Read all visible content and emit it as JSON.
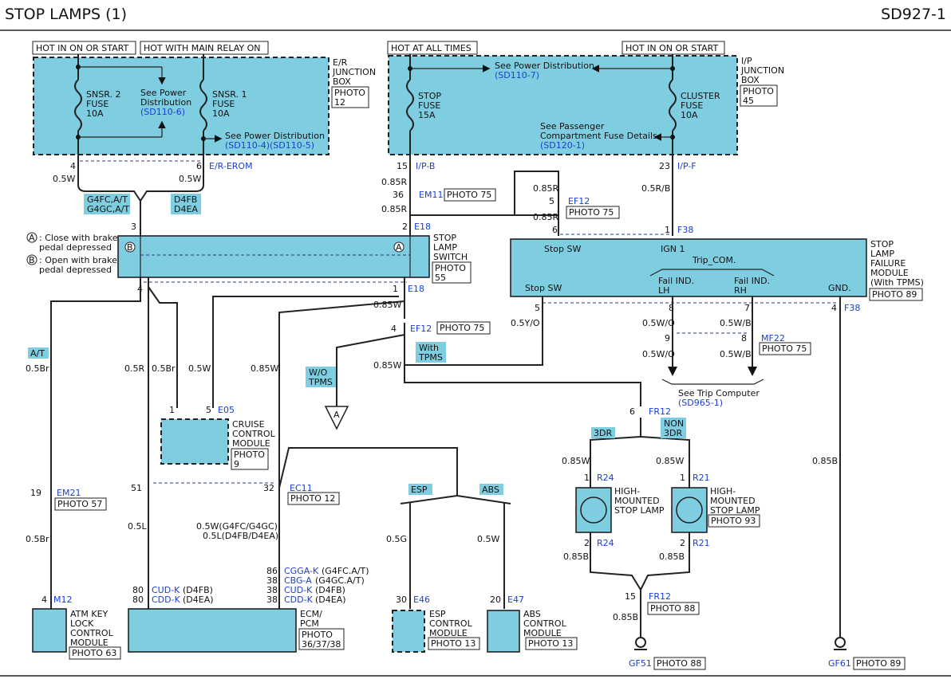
{
  "header": {
    "title": "STOP LAMPS (1)",
    "page_code": "SD927-1"
  },
  "power": {
    "hot_in_on_start": "HOT IN ON OR START",
    "hot_main_relay": "HOT WITH MAIN RELAY ON",
    "hot_all_times": "HOT AT ALL TIMES",
    "hot_in_on_start_2": "HOT IN ON OR START"
  },
  "er_box": {
    "l1": "E/R",
    "l2": "JUNCTION",
    "l3": "BOX",
    "photo": "PHOTO",
    "photo_no": "12",
    "fuse2": [
      "SNSR. 2",
      "FUSE",
      "10A"
    ],
    "fuse1": [
      "SNSR. 1",
      "FUSE",
      "10A"
    ],
    "see_pd": [
      "See Power",
      "Distribution"
    ],
    "see_pd_ref": "(SD110-6)",
    "see_pd2": "See Power Distribution",
    "see_pd2_ref": "(SD110-4)(SD110-5)"
  },
  "ip_box": {
    "l1": "I/P",
    "l2": "JUNCTION",
    "l3": "BOX",
    "photo": "PHOTO",
    "photo_no": "45",
    "stop_fuse": [
      "STOP",
      "FUSE",
      "15A"
    ],
    "cluster_fuse": [
      "CLUSTER",
      "FUSE",
      "10A"
    ],
    "see_pd": "See Power Distribution",
    "see_pd_ref": "(SD110-7)",
    "see_pcf": [
      "See Passenger",
      "Compartment Fuse Details"
    ],
    "see_pcf_ref": "(SD120-1)"
  },
  "connectors": {
    "c4": "4",
    "c6": "6",
    "er_erom": "E/R-EROM",
    "c15": "15",
    "ipb": "I/P-B",
    "c23": "23",
    "ipf": "I/P-F",
    "c36": "36",
    "em11": "EM11",
    "photo75": "PHOTO 75",
    "c5": "5",
    "ef12": "EF12",
    "ef12_photo": "PHOTO 75",
    "c3": "3",
    "c2": "2",
    "e18a": "E18",
    "c4b": "4",
    "c1": "1",
    "e18b": "E18",
    "c6b": "6",
    "c1b": "1",
    "f38": "F38",
    "c5b": "5",
    "c8": "8",
    "c7": "7",
    "c4c": "4",
    "f38b": "F38",
    "c4d": "4",
    "ef12b": "EF12",
    "ef12b_photo": "PHOTO 75",
    "c9": "9",
    "c8b": "8",
    "mf22": "MF22",
    "mf22_photo": "PHOTO 75",
    "c1c": "1",
    "c5c": "5",
    "e05": "E05",
    "c6c": "6",
    "fr12": "FR12",
    "c19": "19",
    "em21": "EM21",
    "em21_photo": "PHOTO 57",
    "c51": "51",
    "c32": "32",
    "ec11": "EC11",
    "ec11_photo": "PHOTO 12",
    "c1d": "1",
    "r24": "R24",
    "c1e": "1",
    "r21": "R21",
    "c2d": "2",
    "r24b": "R24",
    "c2e": "2",
    "r21b": "R21",
    "c15b": "15",
    "fr12b": "FR12",
    "fr12b_photo": "PHOTO 88",
    "c4e": "4",
    "m12": "M12",
    "c80a": "80",
    "c80b": "80",
    "cudk": "CUD-K",
    "cudk_s": "(D4FB)",
    "cddk": "CDD-K",
    "cddk_s": "(D4EA)",
    "c86": "86",
    "c38a": "38",
    "c38b": "38",
    "c38c": "38",
    "cggak": "CGGA-K",
    "cggak_s": "(G4FC.A/T)",
    "cbga": "CBG-A",
    "cbga_s": "(G4GC.A/T)",
    "cudk2": "CUD-K",
    "cudk2_s": "(D4FB)",
    "cddk2": "CDD-K",
    "cddk2_s": "(D4EA)",
    "c30": "30",
    "e46": "E46",
    "c20": "20",
    "e47": "E47"
  },
  "wires": {
    "w1": "0.5W",
    "w2": "0.5W",
    "w3": "0.85R",
    "w4": "0.85R",
    "w5": "0.85R",
    "w6": "0.85R",
    "w7": "0.5R/B",
    "w8": "0.85W",
    "w9": "0.5Y/O",
    "w10": "0.85W",
    "w11": "0.5W/O",
    "w12": "0.5W/B",
    "w13": "0.5W/O",
    "w14": "0.5W/B",
    "w15": "0.5Br",
    "w16": "0.5R",
    "w17": "0.5Br",
    "w18": "0.5W",
    "w19": "0.85W",
    "w20": "0.5Br",
    "w21": "0.5L",
    "w22": "0.5W(G4FC/G4GC)",
    "w23": "0.5L(D4FB/D4EA)",
    "w24": "0.5G",
    "w25": "0.5W",
    "w26": "0.85W",
    "w27": "0.85W",
    "w28": "0.85B",
    "w29": "0.85B",
    "w30": "0.85B",
    "w31": "0.85B"
  },
  "tags": {
    "g4fc": "G4FC,A/T",
    "g4gc": "G4GC,A/T",
    "d4fb": "D4FB",
    "d4ea": "D4EA",
    "at": "A/T",
    "wo": "W/O",
    "wo2": "TPMS",
    "with": "With",
    "with2": "TPMS",
    "esp": "ESP",
    "abs": "ABS",
    "d3": "3DR",
    "non": "NON",
    "non3": "3DR"
  },
  "stop_switch": {
    "l1": "STOP",
    "l2": "LAMP",
    "l3": "SWITCH",
    "photo": "PHOTO",
    "photo_no": "55",
    "note_a": ": Close with brake",
    "note_a2": "pedal depressed",
    "note_b": ": Open with brake",
    "note_b2": "pedal depressed",
    "a": "A",
    "b": "B"
  },
  "failure_module": {
    "l1": "STOP",
    "l2": "LAMP",
    "l3": "FAILURE",
    "l4": "MODULE",
    "l5": "(With TPMS)",
    "photo": "PHOTO 89",
    "stop_sw": "Stop SW",
    "ign1": "IGN 1",
    "trip": "Trip_COM.",
    "stop_sw2": "Stop SW",
    "fail_lh": "Fail IND.",
    "lh": "LH",
    "fail_rh": "Fail IND.",
    "rh": "RH",
    "gnd": "GND."
  },
  "trip_computer": {
    "see": "See Trip Computer",
    "ref": "(SD965-1)"
  },
  "cruise": {
    "l1": "CRUISE",
    "l2": "CONTROL",
    "l3": "MODULE",
    "photo": "PHOTO",
    "photo_no": "9"
  },
  "ecm": {
    "l1": "ECM/",
    "l2": "PCM",
    "photo": "PHOTO",
    "photo_no": "36/37/38"
  },
  "atm": {
    "l1": "ATM KEY",
    "l2": "LOCK",
    "l3": "CONTROL",
    "l4": "MODULE",
    "photo": "PHOTO 63"
  },
  "esp_mod": {
    "l1": "ESP",
    "l2": "CONTROL",
    "l3": "MODULE",
    "photo": "PHOTO 13"
  },
  "abs_mod": {
    "l1": "ABS",
    "l2": "CONTROL",
    "l3": "MODULE",
    "photo": "PHOTO 13"
  },
  "hmsl1": {
    "l1": "HIGH-",
    "l2": "MOUNTED",
    "l3": "STOP LAMP"
  },
  "hmsl2": {
    "l1": "HIGH-",
    "l2": "MOUNTED",
    "l3": "STOP LAMP",
    "photo": "PHOTO 93"
  },
  "grounds": {
    "gf51": "GF51",
    "gf51_photo": "PHOTO 88",
    "gf61": "GF61",
    "gf61_photo": "PHOTO 89"
  },
  "offpage": {
    "a": "A"
  },
  "colors": {
    "module_fill": "#7fcde0",
    "ref_text": "#1a3fd0"
  }
}
